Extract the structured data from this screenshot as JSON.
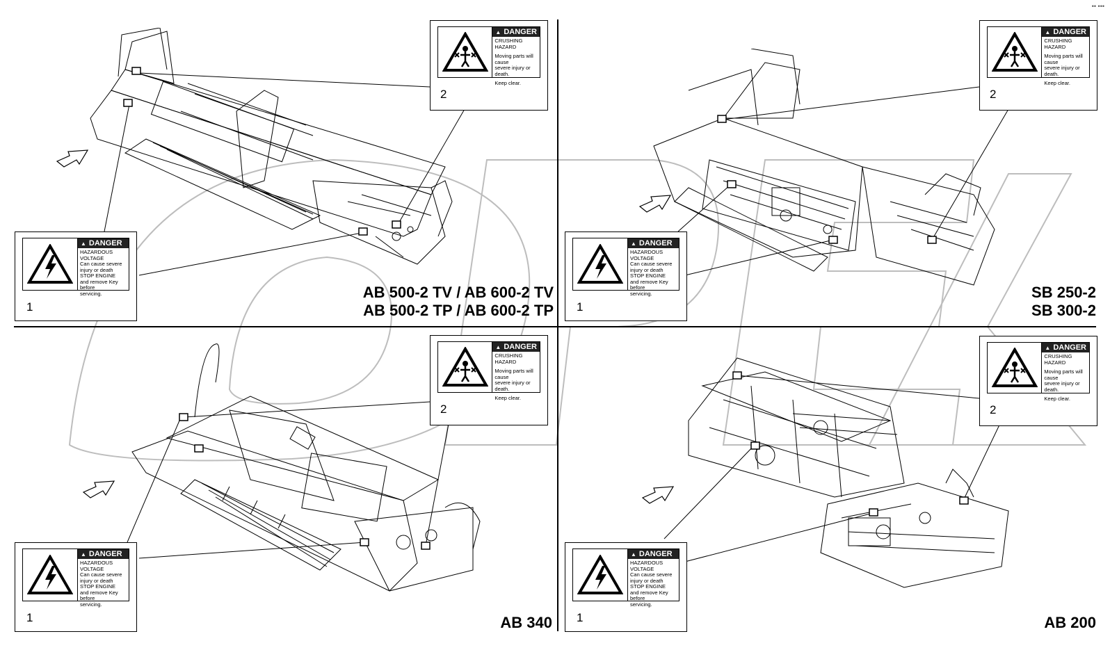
{
  "warning_labels": {
    "crushing": {
      "header": "DANGER",
      "lines": [
        "CRUSHING HAZARD",
        "Moving parts will cause",
        "severe injury or death.",
        "Keep clear."
      ]
    },
    "voltage": {
      "header": "DANGER",
      "lines": [
        "HAZARDOUS",
        "VOLTAGE",
        "Can cause severe",
        "injury or death",
        "STOP ENGINE",
        "and remove Key before",
        "servicing."
      ]
    }
  },
  "panels": [
    {
      "id": "top-left",
      "title_lines": [
        "AB 500-2 TV / AB 600-2 TV",
        "AB 500-2 TP / AB 600-2 TP"
      ],
      "callout_crush": "2",
      "callout_voltage": "1"
    },
    {
      "id": "top-right",
      "title_lines": [
        "SB 250-2",
        "SB 300-2"
      ],
      "callout_crush": "2",
      "callout_voltage": "1"
    },
    {
      "id": "bottom-left",
      "title_lines": [
        "AB 340"
      ],
      "callout_crush": "2",
      "callout_voltage": "1"
    },
    {
      "id": "bottom-right",
      "title_lines": [
        "AB 200"
      ],
      "callout_crush": "2",
      "callout_voltage": "1"
    }
  ],
  "icons": {
    "crushing": "crushing-hazard-icon",
    "voltage": "electrical-hazard-icon",
    "direction": "direction-arrow-icon"
  },
  "colors": {
    "line": "#000000",
    "label_header": "#222222",
    "watermark": "#cccccc"
  }
}
